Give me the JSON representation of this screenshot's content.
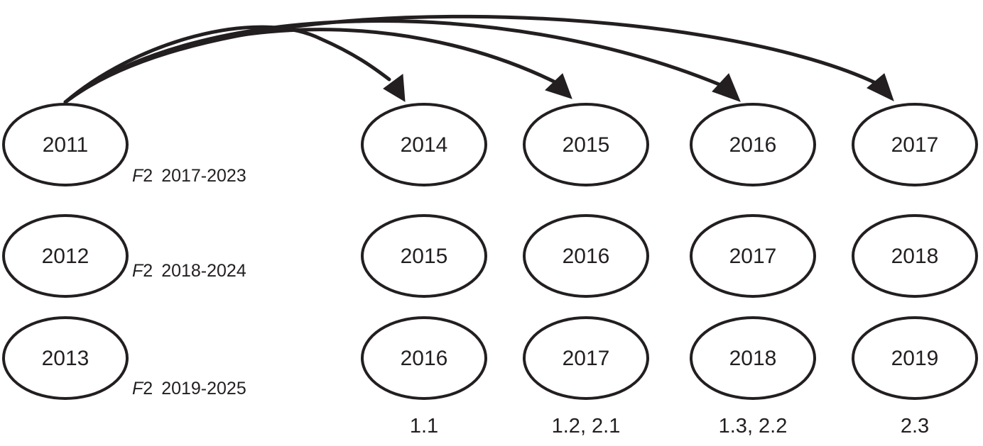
{
  "rows": [
    {
      "base": "2011",
      "annotation_prefix": "F",
      "annotation_suffix": "2",
      "annotation_range": "2017-2023",
      "years": [
        "2014",
        "2015",
        "2016",
        "2017"
      ]
    },
    {
      "base": "2012",
      "annotation_prefix": "F",
      "annotation_suffix": "2",
      "annotation_range": "2018-2024",
      "years": [
        "2015",
        "2016",
        "2017",
        "2018"
      ]
    },
    {
      "base": "2013",
      "annotation_prefix": "F",
      "annotation_suffix": "2",
      "annotation_range": "2019-2025",
      "years": [
        "2016",
        "2017",
        "2018",
        "2019"
      ]
    }
  ],
  "column_labels": [
    "1.1",
    "1.2, 2.1",
    "1.3, 2.2",
    "2.3"
  ],
  "arrows": [
    {
      "from": "2011",
      "to": "2014"
    },
    {
      "from": "2011",
      "to": "2015"
    },
    {
      "from": "2011",
      "to": "2016"
    },
    {
      "from": "2011",
      "to": "2017"
    }
  ],
  "colors": {
    "stroke": "#231f20",
    "background": "#ffffff"
  }
}
